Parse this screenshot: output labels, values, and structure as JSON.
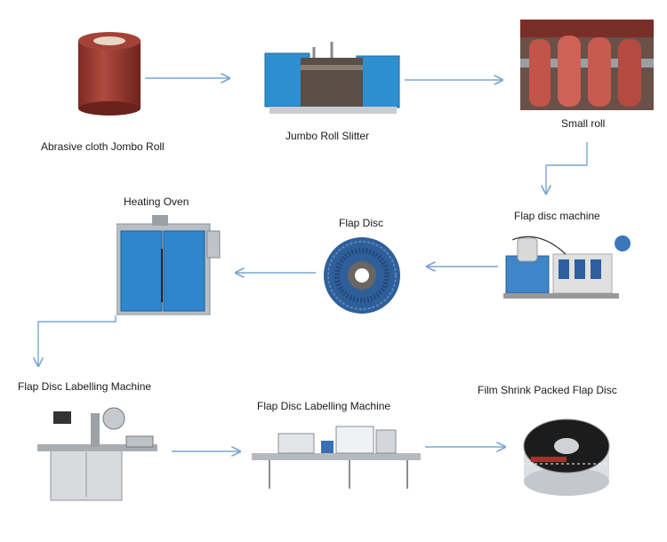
{
  "steps": [
    {
      "label": "Abrasive cloth Jombo Roll",
      "icon": "abrasive-roll-icon"
    },
    {
      "label": "Jumbo Roll Slitter",
      "icon": "slitter-machine-icon"
    },
    {
      "label": "Small roll",
      "icon": "small-rolls-icon"
    },
    {
      "label": "Flap disc machine",
      "icon": "flap-disc-machine-icon"
    },
    {
      "label": "Flap Disc",
      "icon": "flap-disc-icon"
    },
    {
      "label": "Heating Oven",
      "icon": "heating-oven-icon"
    },
    {
      "label": "Flap Disc Labelling Machine",
      "icon": "labelling-machine-icon"
    },
    {
      "label": "Flap Disc Labelling Machine",
      "icon": "labelling-line-icon"
    },
    {
      "label": "Film Shrink Packed Flap Disc",
      "icon": "packed-flap-disc-icon"
    }
  ],
  "colors": {
    "arrow": "#7aa6d6",
    "abrasive": "#9c3b33",
    "machine_blue": "#2e8fd0",
    "disc_blue": "#2f5f9a",
    "steel": "#c9ccd0"
  }
}
